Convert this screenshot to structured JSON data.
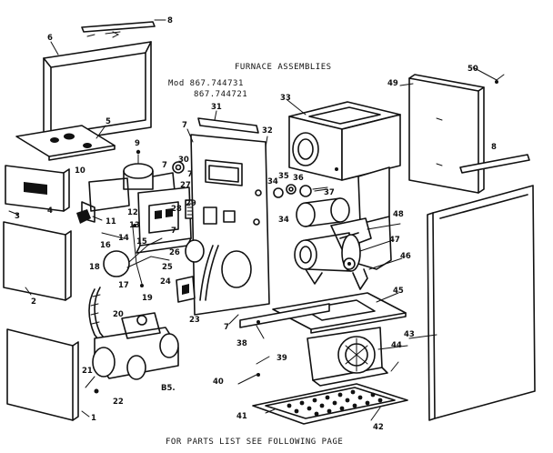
{
  "title": "FURNACE ASSEMBLIES",
  "models": [
    "Mod 867.744731",
    "867.744721"
  ],
  "footer": "FOR PARTS LIST SEE FOLLOWING PAGE",
  "figure_code": "B5.",
  "callouts": [
    "1",
    "2",
    "3",
    "4",
    "5",
    "6",
    "7",
    "7",
    "7",
    "7",
    "7",
    "8",
    "8",
    "9",
    "10",
    "11",
    "12",
    "13",
    "14",
    "15",
    "16",
    "17",
    "18",
    "19",
    "20",
    "21",
    "22",
    "23",
    "24",
    "25",
    "26",
    "27",
    "28",
    "29",
    "30",
    "31",
    "32",
    "33",
    "34",
    "34",
    "35",
    "36",
    "37",
    "38",
    "39",
    "40",
    "41",
    "42",
    "43",
    "44",
    "45",
    "46",
    "47",
    "48",
    "49",
    "50"
  ]
}
